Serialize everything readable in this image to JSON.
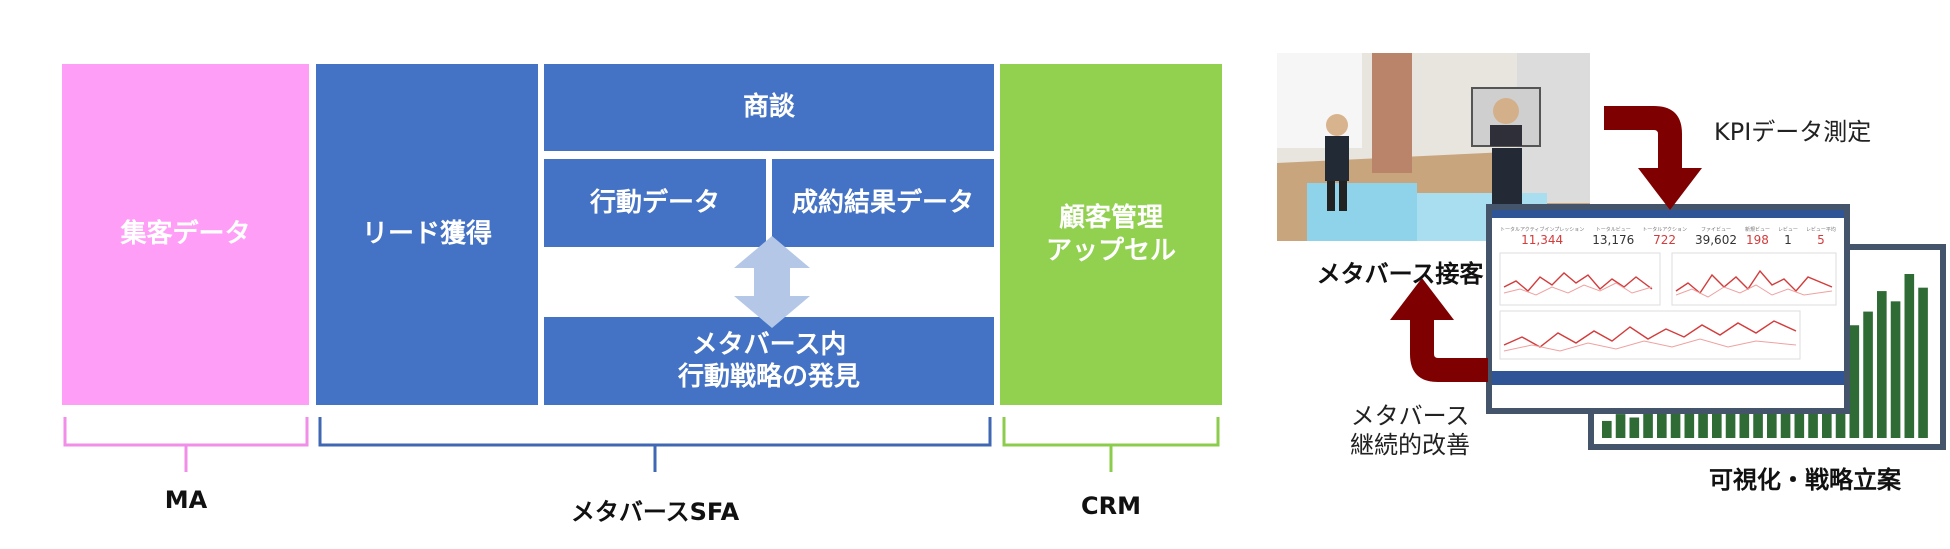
{
  "colors": {
    "ma": "#ff9ef7",
    "sfa": "#4472c4",
    "crm": "#92d050",
    "bracket_ma": "#f08ee8",
    "bracket_sfa": "#3f67b3",
    "bracket_crm": "#8ccc4c",
    "arrow_dark": "#7f0000",
    "arrow_light": "#b4c7e7",
    "bar_green": "#2f6b35"
  },
  "blocks": {
    "ma": "集客データ",
    "lead": "リード獲得",
    "negotiation": "商談",
    "behavior": "行動データ",
    "results": "成約結果データ",
    "discovery": "メタバース内\n行動戦略の発見",
    "crm": "顧客管理\nアップセル"
  },
  "brackets": {
    "ma": "MA",
    "sfa": "メタバースSFA",
    "crm": "CRM"
  },
  "right": {
    "photo_caption": "メタバース接客",
    "kpi_label": "KPIデータ測定",
    "improve_label": "メタバース\n継続的改善",
    "viz_label": "可視化・戦略立案",
    "dashboard": {
      "kpis": [
        {
          "label": "トータルアクティブインプレッション",
          "value": "11,344",
          "red": true
        },
        {
          "label": "トータルビュー",
          "value": "13,176",
          "red": false
        },
        {
          "label": "トータルアクション",
          "value": "722",
          "red": true
        },
        {
          "label": "ファイビュー",
          "value": "39,602",
          "red": false
        },
        {
          "label": "新規ビュー",
          "value": "198",
          "red": true
        },
        {
          "label": "レビュー",
          "value": "1",
          "red": false
        },
        {
          "label": "レビュー平均",
          "value": "5",
          "red": true
        }
      ],
      "bars": [
        10,
        14,
        12,
        18,
        16,
        22,
        20,
        26,
        24,
        30,
        28,
        34,
        38,
        42,
        36,
        48,
        52,
        60,
        66,
        74,
        86,
        80,
        96,
        88
      ]
    }
  }
}
